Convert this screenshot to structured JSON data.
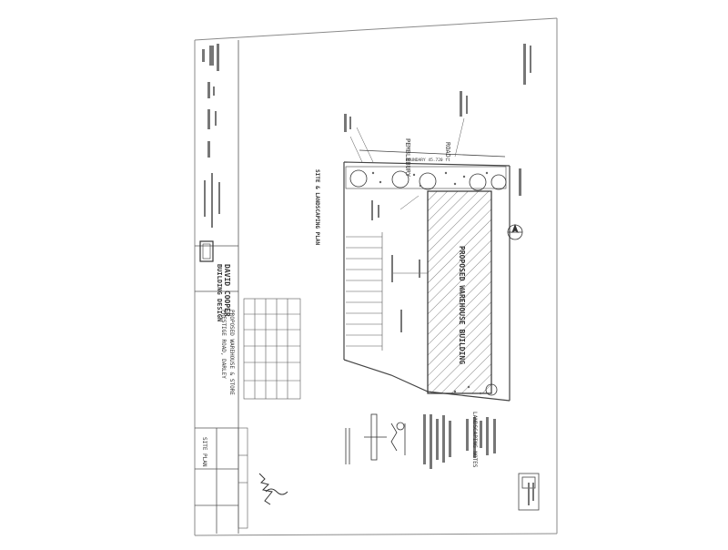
{
  "drawing": {
    "road_label_left": "PEMBLEBURY",
    "road_label_right": "ROAD",
    "plan_title": "SITE & LANDSCAPING PLAN",
    "building_label": "PROPOSED WAREHOUSE BUILDING",
    "landscaping_notes_title": "LANDSCAPING NOTES",
    "boundary_label": "BOUNDARY 45.720 ft",
    "firm_name": "DAVID COOPER",
    "firm_subtitle": "BUILDING DESIGN",
    "project_title_1": "PROPOSED WAREHOUSE & STORE",
    "project_title_2": "PRESTIGE ROAD, DARLEY",
    "drawing_number": "SITE PLAN"
  },
  "colors": {
    "ink": "#3a3a3a",
    "paper": "#ffffff",
    "border": "#8a8a8a"
  }
}
